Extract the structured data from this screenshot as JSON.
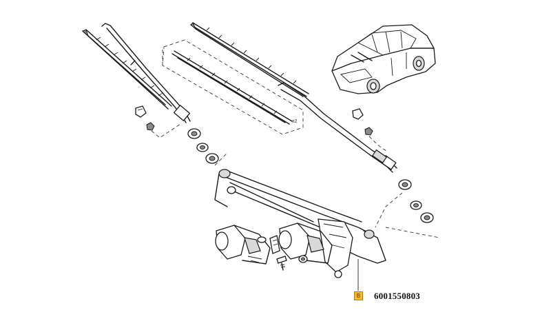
{
  "diagram": {
    "part_number": "6001550803",
    "marker_text": "B",
    "marker_color": "#f5b731",
    "scale_note": "x2"
  },
  "icons": {
    "vehicle": "sedan-car-icon",
    "motor": "wiper-motor-icon"
  }
}
